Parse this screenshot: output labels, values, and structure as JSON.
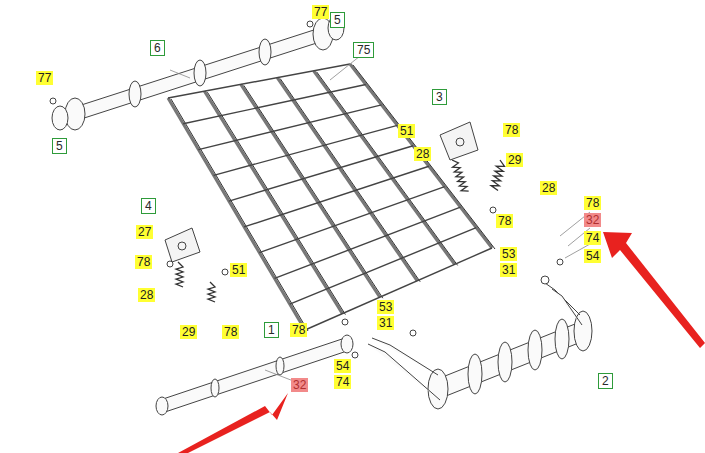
{
  "diagram": {
    "labels": [
      "77",
      "5",
      "6",
      "75",
      "77",
      "5",
      "3",
      "51",
      "78",
      "28",
      "29",
      "28",
      "78",
      "78",
      "32",
      "74",
      "53",
      "31",
      "54",
      "4",
      "27",
      "78",
      "51",
      "28",
      "29",
      "78",
      "78",
      "53",
      "31",
      "1",
      "54",
      "74",
      "32",
      "2"
    ]
  }
}
